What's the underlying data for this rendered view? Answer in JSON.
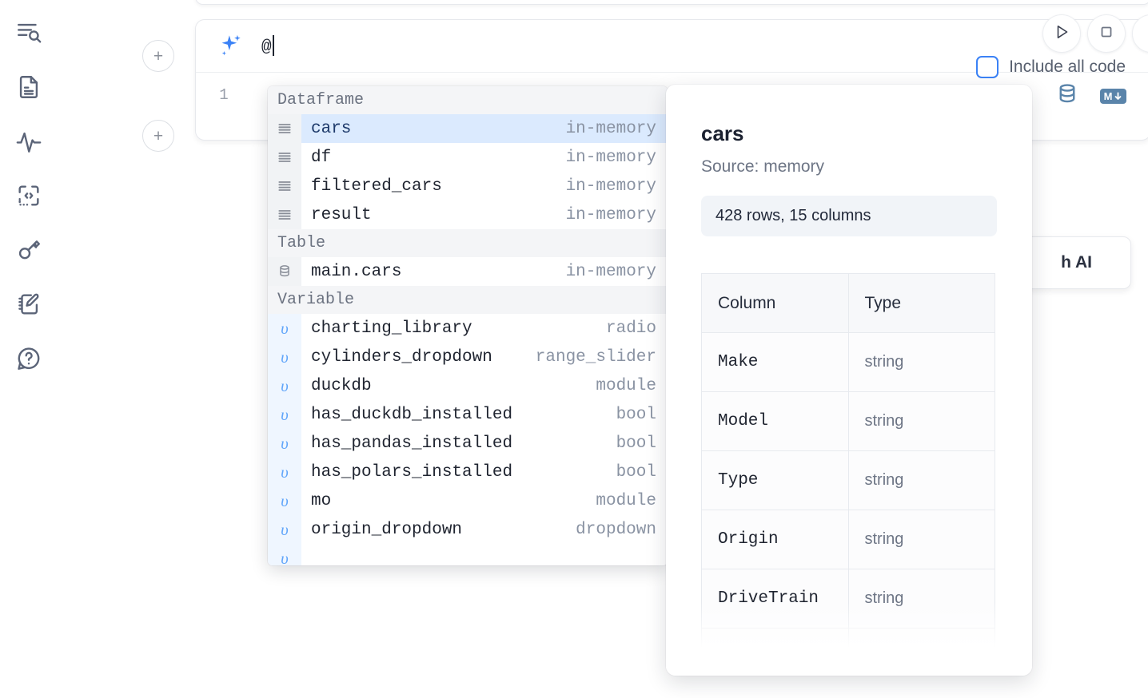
{
  "rail": {
    "items": [
      {
        "name": "explore-search-icon",
        "label": "Explore"
      },
      {
        "name": "file-document-icon",
        "label": "Files"
      },
      {
        "name": "activity-pulse-icon",
        "label": "Variables"
      },
      {
        "name": "code-snippet-icon",
        "label": "Snippets"
      },
      {
        "name": "key-secrets-icon",
        "label": "Secrets"
      },
      {
        "name": "notebook-edit-icon",
        "label": "Scratchpad"
      },
      {
        "name": "help-chat-icon",
        "label": "Help"
      }
    ]
  },
  "toolbar": {
    "run_label": "Run",
    "stop_label": "Interrupt",
    "include_all_code_label": "Include all code",
    "include_all_code_checked": false,
    "database_icon": "database-icon",
    "markdown_icon": "markdown-icon",
    "markdown_badge_text": "M",
    "add_cell_label": "+"
  },
  "hint_card": {
    "text": "h AI"
  },
  "ai_cell": {
    "sparkle_icon": "ai-sparkle-icon",
    "prompt_value": "@",
    "line_number": "1"
  },
  "autocomplete": {
    "sections": [
      {
        "title": "Dataframe",
        "icon_kind": "dataframe",
        "items": [
          {
            "name": "cars",
            "type": "in-memory",
            "selected": true
          },
          {
            "name": "df",
            "type": "in-memory",
            "selected": false
          },
          {
            "name": "filtered_cars",
            "type": "in-memory",
            "selected": false
          },
          {
            "name": "result",
            "type": "in-memory",
            "selected": false
          }
        ]
      },
      {
        "title": "Table",
        "icon_kind": "table",
        "items": [
          {
            "name": "main.cars",
            "type": "in-memory",
            "selected": false
          }
        ]
      },
      {
        "title": "Variable",
        "icon_kind": "variable",
        "items": [
          {
            "name": "charting_library",
            "type": "radio",
            "selected": false
          },
          {
            "name": "cylinders_dropdown",
            "type": "range_slider",
            "selected": false
          },
          {
            "name": "duckdb",
            "type": "module",
            "selected": false
          },
          {
            "name": "has_duckdb_installed",
            "type": "bool",
            "selected": false
          },
          {
            "name": "has_pandas_installed",
            "type": "bool",
            "selected": false
          },
          {
            "name": "has_polars_installed",
            "type": "bool",
            "selected": false
          },
          {
            "name": "mo",
            "type": "module",
            "selected": false
          },
          {
            "name": "origin_dropdown",
            "type": "dropdown",
            "selected": false
          }
        ]
      }
    ]
  },
  "detail": {
    "title": "cars",
    "source": "Source: memory",
    "shape": "428 rows, 15 columns",
    "table": {
      "headers": [
        "Column",
        "Type"
      ],
      "rows": [
        [
          "Make",
          "string"
        ],
        [
          "Model",
          "string"
        ],
        [
          "Type",
          "string"
        ],
        [
          "Origin",
          "string"
        ],
        [
          "DriveTrain",
          "string"
        ]
      ]
    }
  },
  "colors": {
    "accent_blue": "#3b82f6",
    "selection_blue": "#dbeafe",
    "variable_gutter": "#eff6ff",
    "dataframe_gutter": "#f1f3f5",
    "steel_blue": "#5a84aa",
    "muted_text": "#8a93a3"
  }
}
